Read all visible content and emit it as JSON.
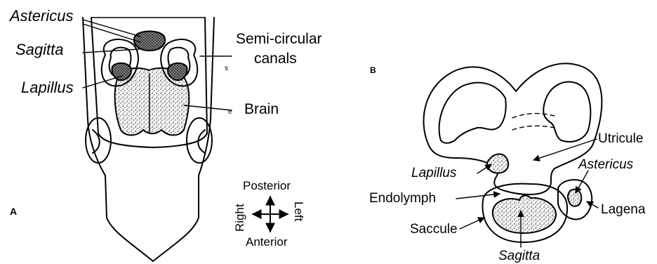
{
  "panel_a": {
    "panel_label": "A",
    "labels": {
      "astericus": "Astericus",
      "sagitta": "Sagitta",
      "lapillus": "Lapillus",
      "semicircular_line1": "Semi-circular",
      "semicircular_line2": "canals",
      "brain": "Brain",
      "small_s": "s",
      "small_e": "e"
    },
    "compass": {
      "posterior": "Posterior",
      "anterior": "Anterior",
      "right": "Right",
      "left": "Left"
    }
  },
  "panel_b": {
    "panel_label": "B",
    "labels": {
      "utricule": "Utricule",
      "lapillus": "Lapillus",
      "astericus": "Astericus",
      "endolymph": "Endolymph",
      "lagena": "Lagena",
      "saccule": "Saccule",
      "sagitta": "Sagitta"
    }
  }
}
